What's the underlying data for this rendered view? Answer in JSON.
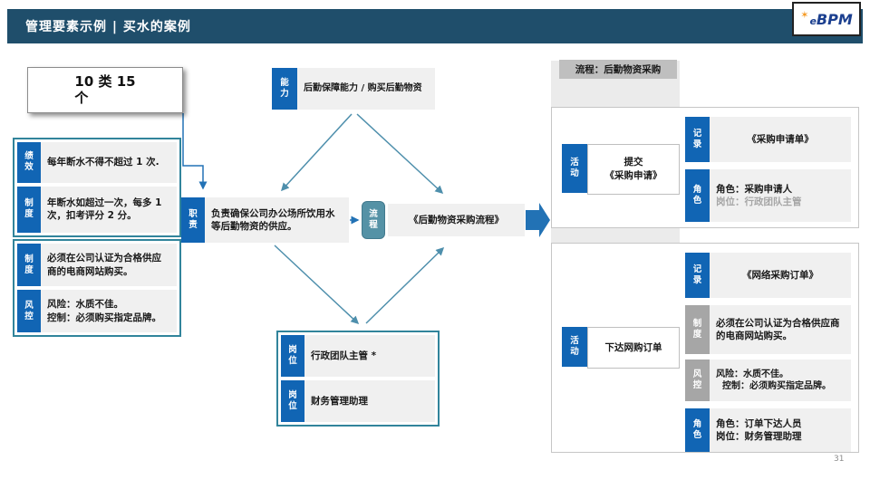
{
  "colors": {
    "header_bg": "#1F4E6B",
    "accent_blue": "#1165B4",
    "teal_border": "#31849B",
    "teal_chip": "#5592A6",
    "gray_chip": "#A6A6A6",
    "box_fill": "#F0F0F0",
    "arrow_steel": "#4E8FAC",
    "arrow_blue": "#2272B5",
    "logo_orange": "#F59A23",
    "logo_blue": "#1B3F8F"
  },
  "header": {
    "title": "管理要素示例  |  买水的案例",
    "logo_spark": "✶",
    "logo_prefix": "e",
    "logo_text": "BPM"
  },
  "badge": {
    "line1": "10 类 15",
    "line2": "个"
  },
  "left": {
    "group1": {
      "row1": {
        "label": "绩效",
        "text": "每年断水不得不超过 1 次."
      },
      "row2": {
        "label": "制度",
        "text": "年断水如超过一次，每多 1 次，扣考评分 2 分。"
      }
    },
    "group2": {
      "row1": {
        "label": "制度",
        "text": "必须在公司认证为合格供应商的电商网站购买。"
      },
      "row2": {
        "label": "风控",
        "line1": "风险：水质不佳。",
        "line2": "控制：必须购买指定品牌。"
      }
    }
  },
  "center": {
    "capability": {
      "label": "能力",
      "text": "后勤保障能力 / 购买后勤物资"
    },
    "responsibility": {
      "label": "职责",
      "text": "负责确保公司办公场所饮用水等后勤物资的供应。"
    },
    "process": {
      "label": "流程",
      "text": "《后勤物资采购流程》"
    },
    "positions": {
      "row1": {
        "label": "岗位",
        "text": "行政团队主管 *"
      },
      "row2": {
        "label": "岗位",
        "text": "财务管理助理"
      }
    }
  },
  "right": {
    "lane_header": "流程：后勤物资采购",
    "panel1": {
      "activity": {
        "label": "活动",
        "line1": "提交",
        "line2": "《采购申请》"
      },
      "record": {
        "label": "记录",
        "text": "《采购申请单》"
      },
      "role": {
        "label": "角色",
        "line1": "角色：采购申请人",
        "line2": "岗位：行政团队主管"
      }
    },
    "panel2": {
      "activity": {
        "label": "活动",
        "text": "下达网购订单"
      },
      "record": {
        "label": "记录",
        "text": "《网络采购订单》"
      },
      "rule": {
        "label": "制度",
        "text": "必须在公司认证为合格供应商的电商网站购买。"
      },
      "risk": {
        "label": "风控",
        "line1": "风险：水质不佳。",
        "line2": "控制：必须购买指定品牌。"
      },
      "role": {
        "label": "角色",
        "line1": "角色：订单下达人员",
        "line2": "岗位：财务管理助理"
      }
    }
  },
  "footer": {
    "page_number": "31"
  }
}
